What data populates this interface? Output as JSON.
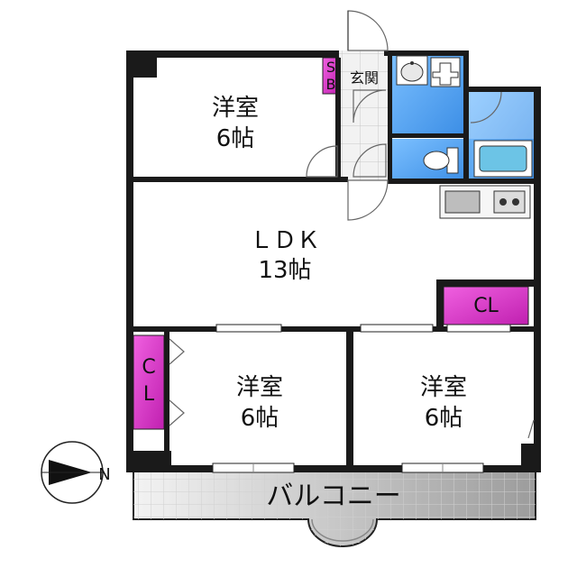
{
  "rooms": {
    "west_bedroom": {
      "type": "洋室",
      "size": "6帖"
    },
    "ldk": {
      "type": "ＬＤＫ",
      "size": "13帖"
    },
    "sw_bedroom": {
      "type": "洋室",
      "size": "6帖"
    },
    "se_bedroom": {
      "type": "洋室",
      "size": "6帖"
    }
  },
  "labels": {
    "entrance": "玄関",
    "shoe_box_top": "S",
    "shoe_box_bottom": "B",
    "closet_right": "CL",
    "closet_left_top": "C",
    "closet_left_bottom": "L",
    "balcony": "バルコニー",
    "north": "N"
  },
  "colors": {
    "wall": "#1a1a1a",
    "closet": "#e040d0",
    "wet_area": "#5aa8f0",
    "floor_tile": "#eeeeee",
    "balcony": "#bbbbbb"
  },
  "icons": [
    "compass-icon",
    "sink-icon",
    "washer-icon",
    "toilet-icon",
    "bathtub-icon",
    "stove-icon"
  ]
}
